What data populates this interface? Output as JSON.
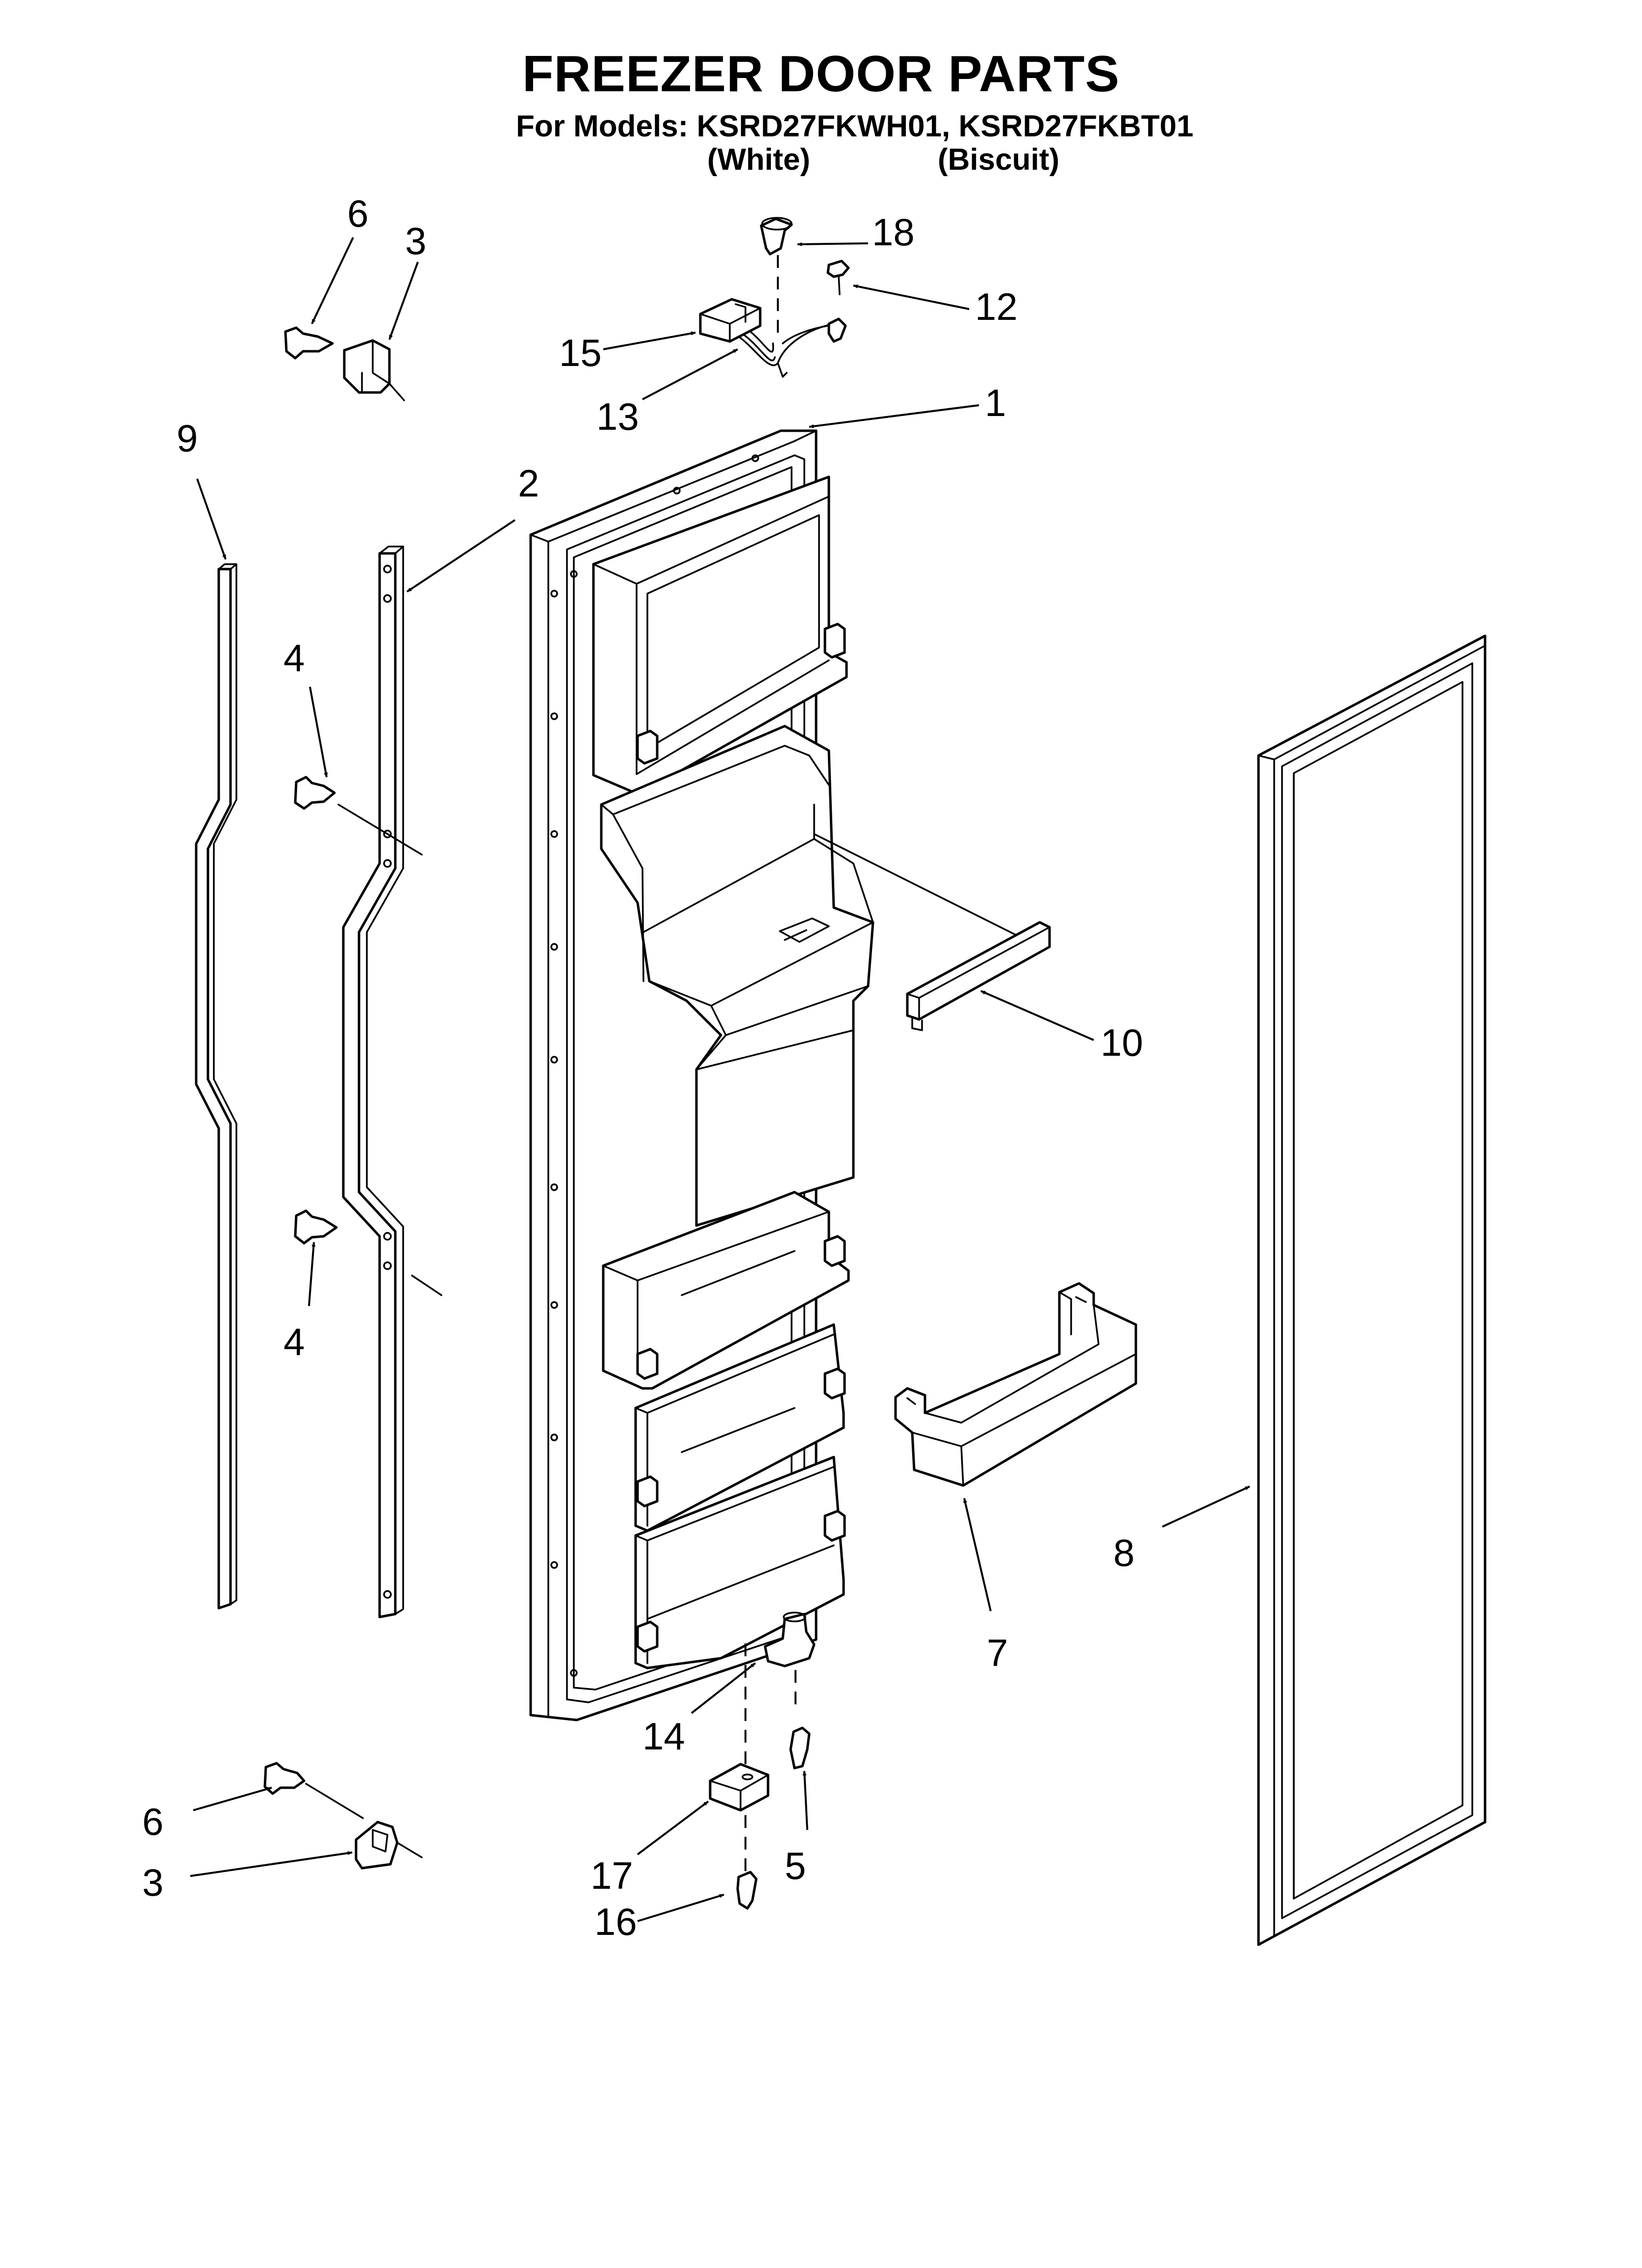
{
  "header": {
    "title": "FREEZER DOOR PARTS",
    "subtitle": "For Models: KSRD27FKWH01, KSRD27FKBT01",
    "variant_white": "(White)",
    "variant_biscuit": "(Biscuit)"
  },
  "callouts": {
    "c1": "1",
    "c2": "2",
    "c3_top": "3",
    "c3_bottom": "3",
    "c4_top": "4",
    "c4_bottom": "4",
    "c5": "5",
    "c6_top": "6",
    "c6_bottom": "6",
    "c7": "7",
    "c8": "8",
    "c9": "9",
    "c10": "10",
    "c12": "12",
    "c13": "13",
    "c14": "14",
    "c15": "15",
    "c16": "16",
    "c17": "17",
    "c18": "18"
  }
}
